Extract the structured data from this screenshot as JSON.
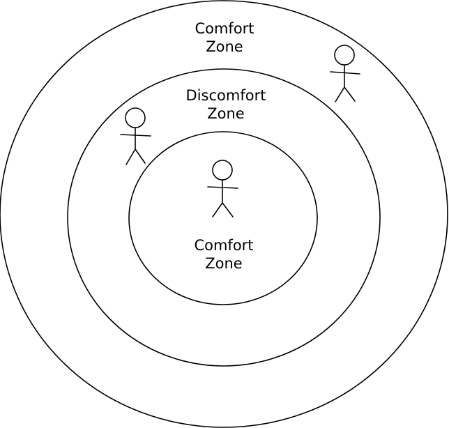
{
  "colors": {
    "background": "#ffffff",
    "stroke": "#000000"
  },
  "zones": {
    "outer": {
      "line1": "Comfort",
      "line2": "Zone"
    },
    "middle": {
      "line1": "Discomfort",
      "line2": "Zone"
    },
    "inner": {
      "line1": "Comfort",
      "line2": "Zone"
    }
  },
  "figures": [
    "stick-figure",
    "stick-figure",
    "stick-figure"
  ]
}
